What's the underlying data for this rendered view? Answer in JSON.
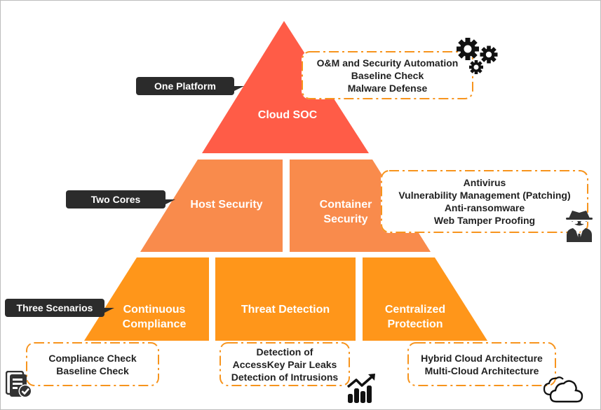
{
  "colors": {
    "top_tier": "#ff5c47",
    "middle_tier": "#f98b4c",
    "bottom_tier": "#ff961a",
    "callout_bg": "#2b2b2b",
    "dash_border": "#f7941d",
    "text_dark": "#222222"
  },
  "pyramid": {
    "top": {
      "label": "Cloud SOC"
    },
    "middle": [
      {
        "label_lines": [
          "Host Security"
        ]
      },
      {
        "label_lines": [
          "Container",
          "Security"
        ]
      }
    ],
    "bottom": [
      {
        "label_lines": [
          "Continuous",
          "Compliance"
        ]
      },
      {
        "label_lines": [
          "Threat Detection"
        ]
      },
      {
        "label_lines": [
          "Centralized",
          "Protection"
        ]
      }
    ]
  },
  "callouts": {
    "platform": "One Platform",
    "cores": "Two Cores",
    "scenarios": "Three Scenarios"
  },
  "feature_boxes": {
    "soc": [
      "O&M and Security Automation",
      "Baseline Check",
      "Malware Defense"
    ],
    "security": [
      "Antivirus",
      "Vulnerability Management (Patching)",
      "Anti-ransomware",
      "Web Tamper Proofing"
    ],
    "compliance": [
      "Compliance Check",
      "Baseline Check"
    ],
    "threat": [
      "Detection of",
      "AccessKey Pair Leaks",
      "Detection of Intrusions"
    ],
    "protection": [
      "Hybrid Cloud Architecture",
      "Multi-Cloud Architecture"
    ]
  },
  "icons": {
    "soc": "gears-icon",
    "security": "spy-icon",
    "compliance": "checklist-icon",
    "threat": "trending-chart-icon",
    "protection": "clouds-icon"
  }
}
